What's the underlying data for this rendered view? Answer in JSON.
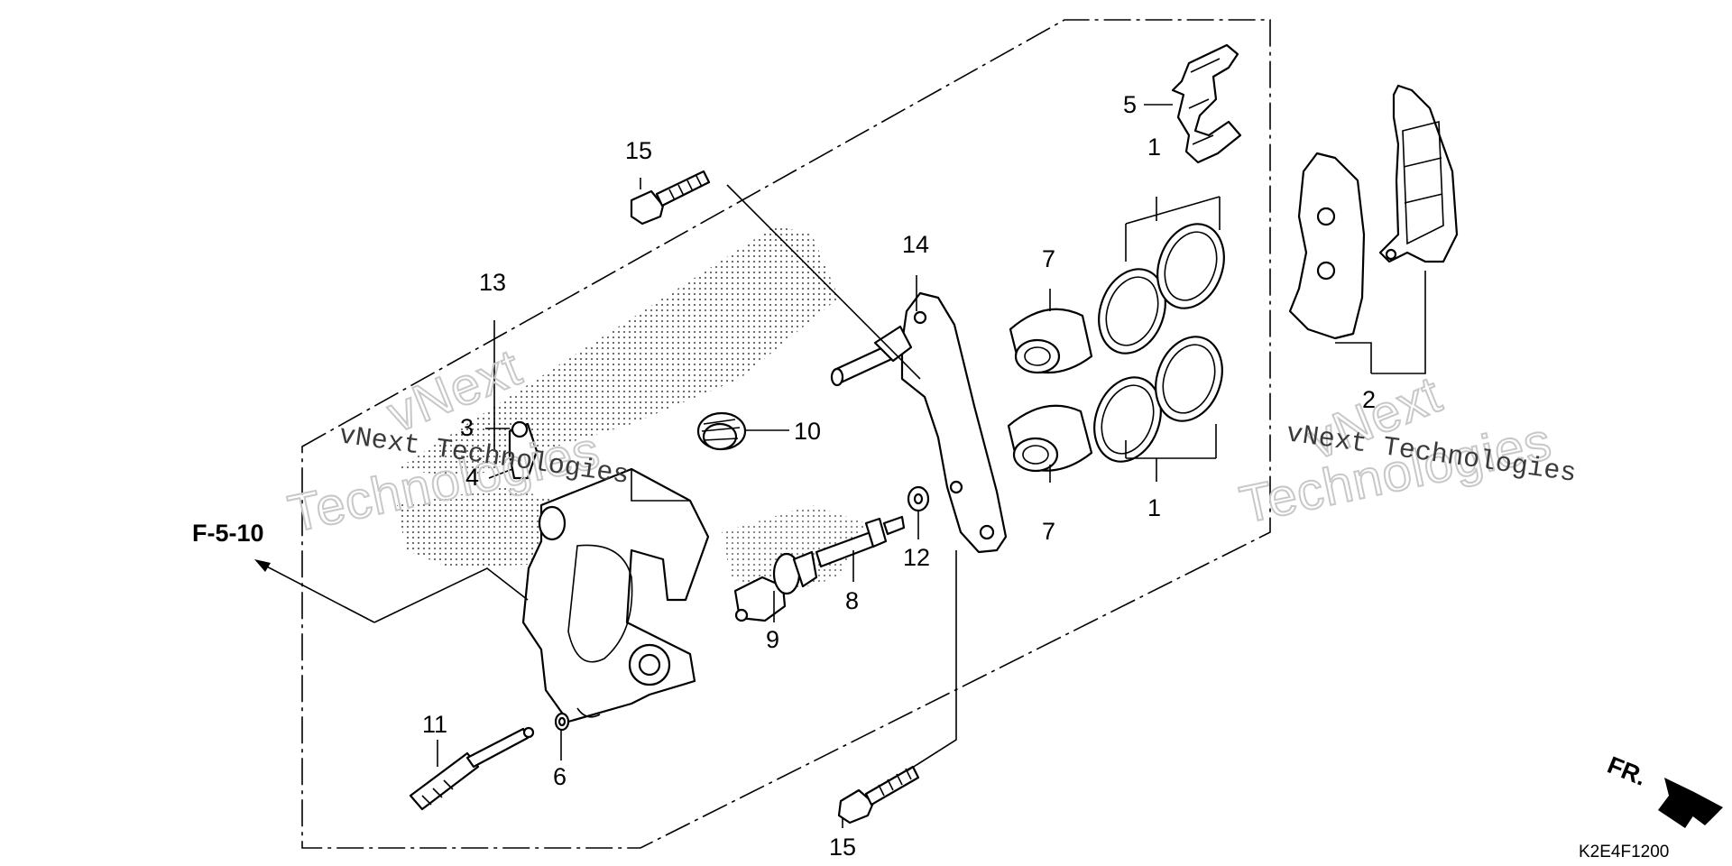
{
  "diagram": {
    "reference_code": "K2E4F1200",
    "section_ref": "F-5-10",
    "direction_marker": "FR.",
    "watermark": {
      "line1": "vNext Technologies",
      "line2a": "vNext",
      "line2b": "Technologies"
    },
    "callouts": [
      {
        "id": "c1a",
        "text": "1"
      },
      {
        "id": "c1b",
        "text": "1"
      },
      {
        "id": "c2",
        "text": "2"
      },
      {
        "id": "c3",
        "text": "3"
      },
      {
        "id": "c4",
        "text": "4"
      },
      {
        "id": "c5",
        "text": "5"
      },
      {
        "id": "c6",
        "text": "6"
      },
      {
        "id": "c7a",
        "text": "7"
      },
      {
        "id": "c7b",
        "text": "7"
      },
      {
        "id": "c8",
        "text": "8"
      },
      {
        "id": "c9",
        "text": "9"
      },
      {
        "id": "c10",
        "text": "10"
      },
      {
        "id": "c11",
        "text": "11"
      },
      {
        "id": "c12",
        "text": "12"
      },
      {
        "id": "c13",
        "text": "13"
      },
      {
        "id": "c14",
        "text": "14"
      },
      {
        "id": "c15a",
        "text": "15"
      },
      {
        "id": "c15b",
        "text": "15"
      }
    ]
  }
}
